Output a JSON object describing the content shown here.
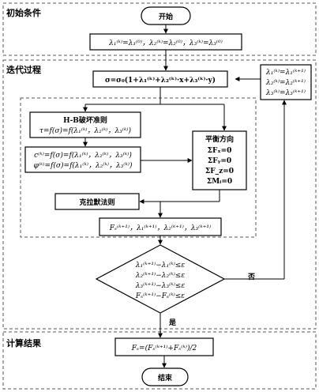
{
  "sections": {
    "init": "初始条件",
    "iter": "迭代过程",
    "result": "计算结果"
  },
  "start": "开始",
  "end": "结束",
  "init_box": "λ₁⁽ᵏ⁾=λ₁⁽⁰⁾，λ₂⁽ᵏ⁾=λ₂⁽⁰⁾，λ₃⁽ᵏ⁾=λ₃⁽⁰⁾",
  "sigma_box": "σ=σ₀(1+λ₁⁽ᵏ⁾+λ₂⁽ᵏ⁾·x+λ₃⁽ᵏ⁾·y)",
  "update_box": [
    "λ₁⁽ᵏ⁾=λ₁⁽ᵏ⁺¹⁾",
    "λ₂⁽ᵏ⁾=λ₂⁽ᵏ⁺¹⁾",
    "λ₃⁽ᵏ⁾=λ₃⁽ᵏ⁺¹⁾"
  ],
  "hb_box": {
    "title": "H-B破坏准则",
    "line": "τ=f(σ)=f(λ₁⁽ᵏ⁾，λ₂⁽ᵏ⁾，λ₃⁽ᵏ⁾)"
  },
  "c_phi_box": [
    "c⁽ᵏ⁾=f(σ)=f(λ₁⁽ᵏ⁾，λ₂⁽ᵏ⁾，λ₃⁽ᵏ⁾)",
    "φ⁽ᵏ⁾=f(σ)=f(λ₁⁽ᵏ⁾，λ₂⁽ᵏ⁾，λ₃⁽ᵏ⁾)"
  ],
  "balance_box": {
    "title": "平衡方向",
    "lines": [
      "ΣFₓ=0",
      "ΣFᵧ=0",
      "ΣF_z=0",
      "ΣMᵢ=0"
    ]
  },
  "cramer_box": "克拉默法则",
  "solution_box": "Fₛ⁽ᵏ⁺¹⁾，λ₁⁽ᵏ⁺¹⁾，λ₂⁽ᵏ⁺¹⁾，λ₃⁽ᵏ⁺¹⁾",
  "decision": [
    "λ₁⁽ᵏ⁺¹⁾−λ₁⁽ᵏ⁾≤ε",
    "λ₂⁽ᵏ⁺¹⁾−λ₂⁽ᵏ⁾≤ε",
    "λ₃⁽ᵏ⁺¹⁾−λ₃⁽ᵏ⁾≤ε",
    "Fₛ⁽ᵏ⁺¹⁾−Fₛ⁽ᵏ⁾≤ε"
  ],
  "no_label": "否",
  "yes_label": "是",
  "final_box": "Fₛ=(Fₛ⁽ᵏ⁺¹⁾+Fₛ⁽ᵏ⁾)/2"
}
